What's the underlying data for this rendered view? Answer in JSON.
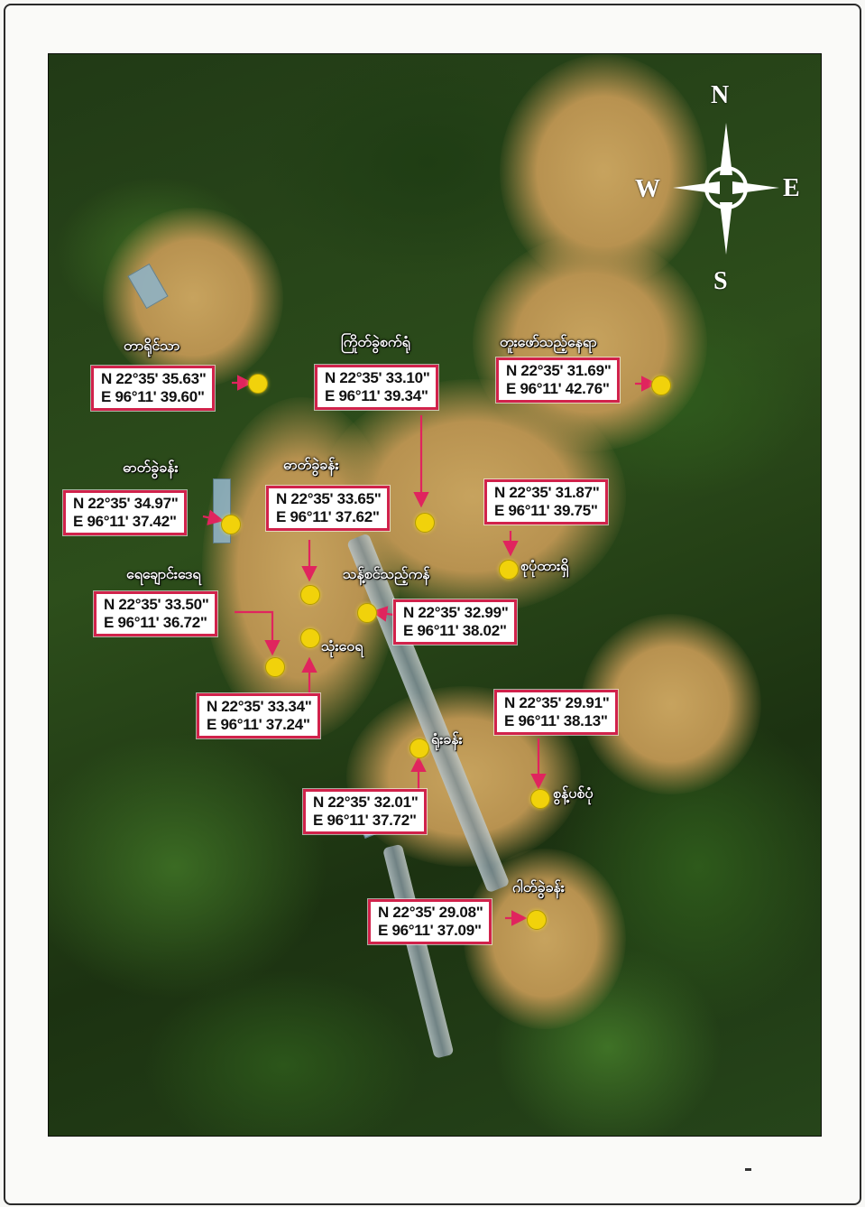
{
  "compass": {
    "north": "N",
    "south": "S",
    "east": "E",
    "west": "W"
  },
  "colors": {
    "callout_border": "#d1224b",
    "marker": "#f1d20b",
    "arrow": "#e0245e"
  },
  "points": [
    {
      "id": "p1",
      "place": "တာရိုင်သာ",
      "lat": "N 22°35' 35.63\"",
      "lon": "E 96°11' 39.60\""
    },
    {
      "id": "p2",
      "place": "ကြိုတ်ခွဲစက်ရုံ",
      "lat": "N 22°35' 33.10\"",
      "lon": "E 96°11' 39.34\""
    },
    {
      "id": "p3",
      "place": "တူးဖော်သည့်နေရာ",
      "lat": "N 22°35' 31.69\"",
      "lon": "E 96°11' 42.76\""
    },
    {
      "id": "p4",
      "place": "ဓာတ်ခွဲခန်း",
      "lat": "N 22°35' 34.97\"",
      "lon": "E 96°11' 37.42\""
    },
    {
      "id": "p5",
      "place": "ဓာတ်ခွဲခန်း",
      "lat": "N 22°35' 33.65\"",
      "lon": "E 96°11' 37.62\""
    },
    {
      "id": "p6",
      "place": "စုပုံထားရှိ",
      "lat": "N 22°35' 31.87\"",
      "lon": "E 96°11' 39.75\""
    },
    {
      "id": "p7",
      "place": "ရေချောင်းဒေရ",
      "lat": "N 22°35' 33.50\"",
      "lon": "E 96°11' 36.72\""
    },
    {
      "id": "p8",
      "place": "သန့်စင်သည့်ကန်",
      "lat": "N 22°35' 32.99\"",
      "lon": "E 96°11' 38.02\""
    },
    {
      "id": "p9",
      "place": "သုံးဝေရ",
      "lat": "N 22°35' 33.34\"",
      "lon": "E 96°11' 37.24\""
    },
    {
      "id": "p10",
      "place": "ရုံးခန်း",
      "lat": "N 22°35' 29.91\"",
      "lon": "E 96°11' 38.13\""
    },
    {
      "id": "p11",
      "place": "စွန့်ပစ်ပုံ",
      "lat": "N 22°35' 32.01\"",
      "lon": "E 96°11' 37.72\""
    },
    {
      "id": "p12",
      "place": "ဂါတ်ခွဲခန်း",
      "lat": "N 22°35' 29.08\"",
      "lon": "E 96°11' 37.09\""
    }
  ]
}
